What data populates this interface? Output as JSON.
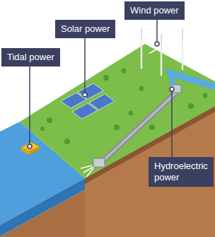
{
  "diagram": {
    "nodes": [
      {
        "text": [
          "Wind power"
        ]
      },
      {
        "text": [
          "Solar power"
        ]
      },
      {
        "text": [
          "Tidal power"
        ]
      },
      {
        "text": [
          "Hydroelectric power"
        ]
      }
    ]
  }
}
